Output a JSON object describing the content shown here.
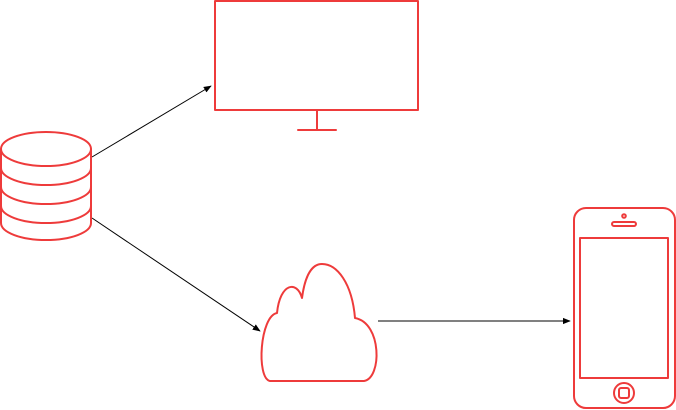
{
  "colors": {
    "shape_stroke": "#ee3b3b",
    "edge_stroke": "#000000",
    "background": "#ffffff"
  },
  "nodes": [
    {
      "id": "database",
      "icon": "database-icon"
    },
    {
      "id": "monitor",
      "icon": "monitor-icon"
    },
    {
      "id": "cloud",
      "icon": "cloud-icon"
    },
    {
      "id": "phone",
      "icon": "smartphone-icon"
    }
  ],
  "edges": [
    {
      "from": "database",
      "to": "monitor"
    },
    {
      "from": "database",
      "to": "cloud"
    },
    {
      "from": "cloud",
      "to": "phone"
    }
  ]
}
